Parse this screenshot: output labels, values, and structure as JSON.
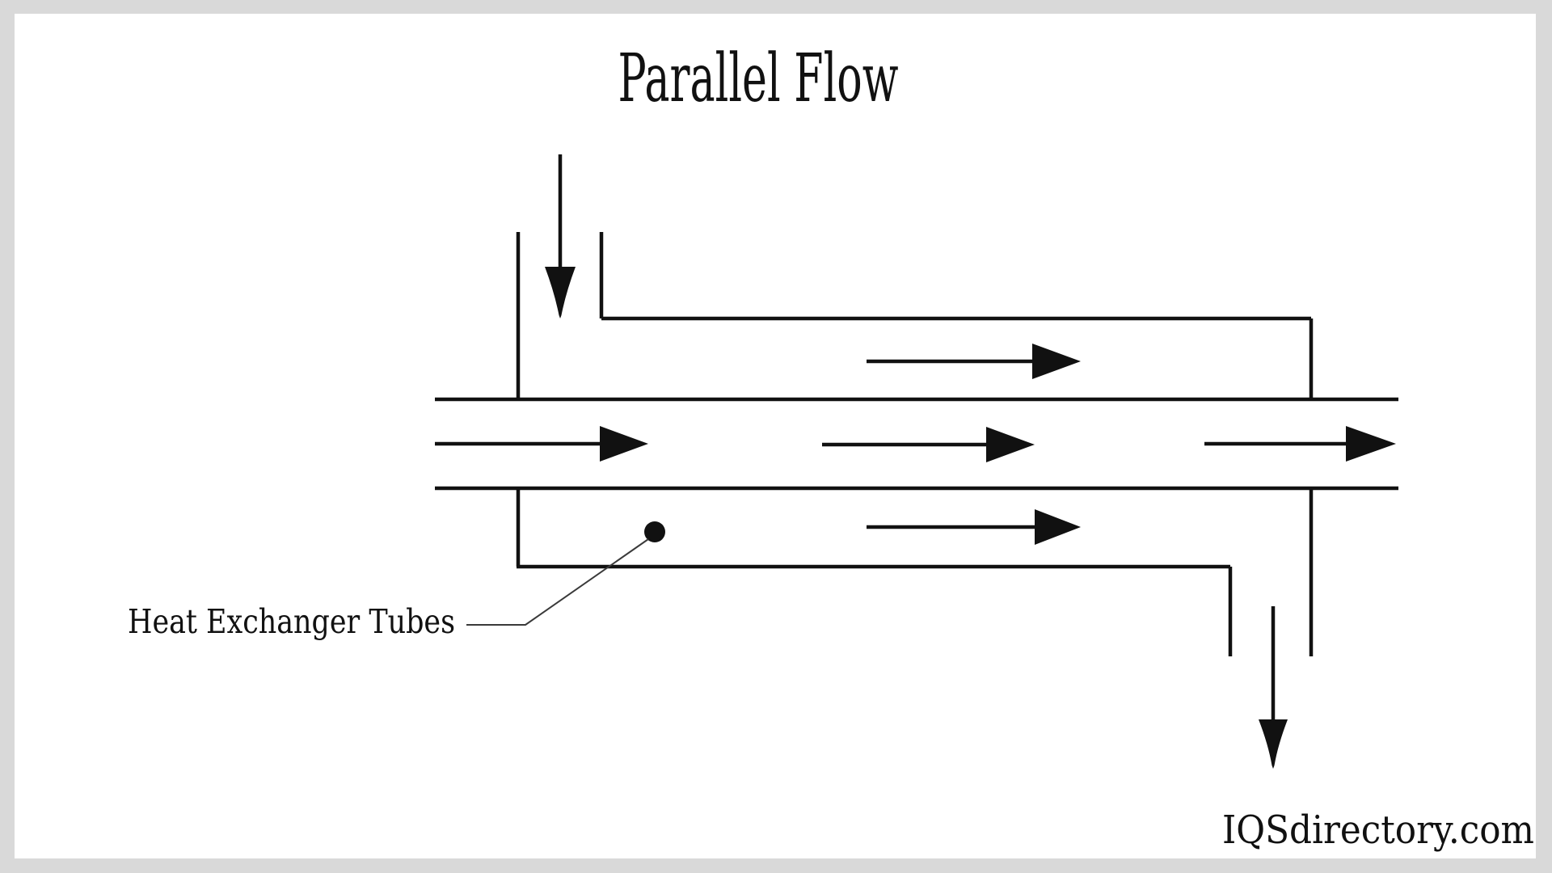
{
  "title": "Parallel Flow",
  "diagram": {
    "label": "Heat Exchanger Tubes",
    "tube_flow_direction": "left-to-right",
    "shell_flow_direction": "left-to-right",
    "inlet_arrow_direction": "down",
    "outlet_arrow_direction": "down",
    "num_horizontal_flow_arrows": 5
  },
  "watermark": "IQSdirectory.com",
  "colors": {
    "frame_background": "#d9d9d9",
    "panel_background": "#ffffff",
    "line_color": "#111111"
  }
}
